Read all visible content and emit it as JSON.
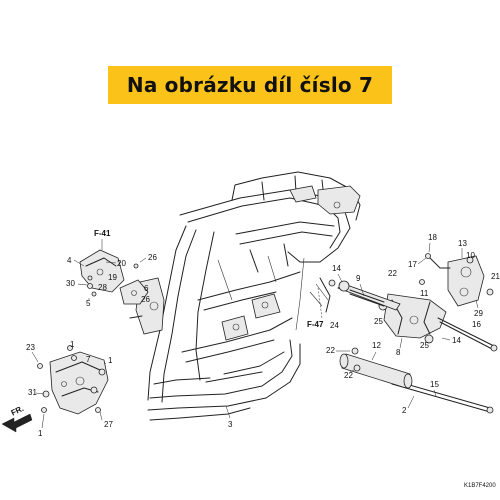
{
  "banner": {
    "text": "Na obrázku díl číslo 7",
    "color": "#fbc31a"
  },
  "references": {
    "f41": "F-41",
    "f47": "F-47",
    "fr": "FR."
  },
  "diagram_code": "K1B7F4200",
  "callouts": [
    "1",
    "1",
    "1",
    "2",
    "3",
    "4",
    "5",
    "6",
    "7",
    "8",
    "9",
    "10",
    "11",
    "12",
    "13",
    "14",
    "14",
    "15",
    "16",
    "17",
    "18",
    "19",
    "20",
    "21",
    "22",
    "22",
    "22",
    "23",
    "24",
    "25",
    "25",
    "26",
    "26",
    "27",
    "28",
    "29",
    "30",
    "31"
  ]
}
